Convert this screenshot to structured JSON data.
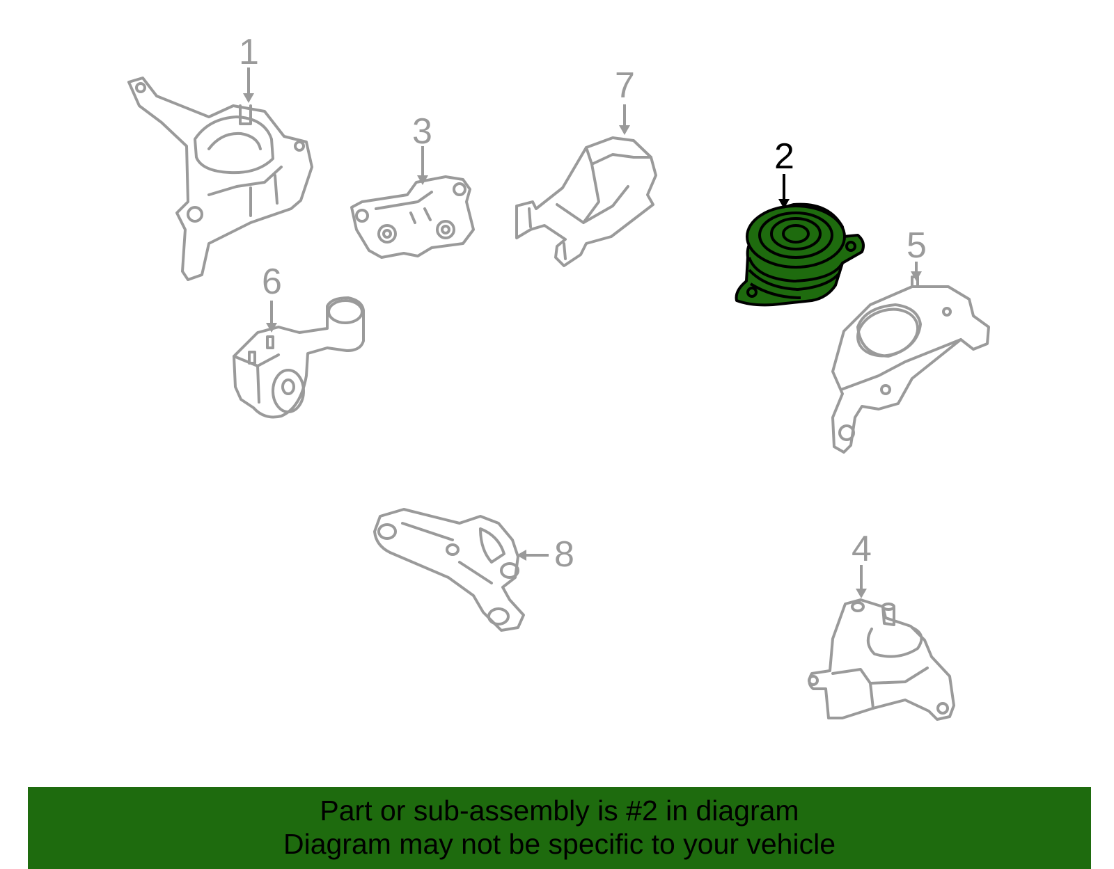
{
  "callouts": [
    {
      "label": "1"
    },
    {
      "label": "2"
    },
    {
      "label": "3"
    },
    {
      "label": "4"
    },
    {
      "label": "5"
    },
    {
      "label": "6"
    },
    {
      "label": "7"
    },
    {
      "label": "8"
    }
  ],
  "highlighted_part": "2",
  "colors": {
    "highlight_fill": "#1e6b0e",
    "banner_bg": "#1e6b0e",
    "part_stroke": "#9a9a9a"
  },
  "banner": {
    "line1": "Part or sub-assembly is #2 in diagram",
    "line2": "Diagram may not be specific to your vehicle"
  }
}
